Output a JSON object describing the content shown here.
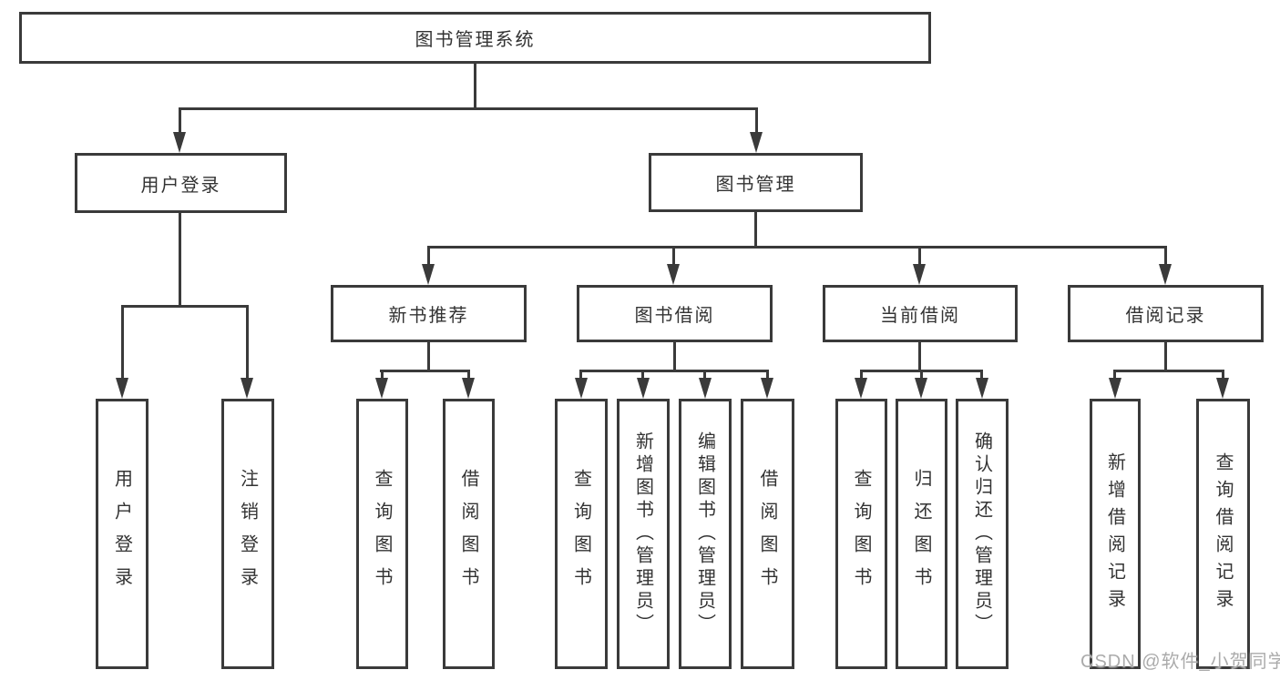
{
  "diagram": {
    "title": "图书管理系统",
    "level2": {
      "user_login": "用户登录",
      "book_management": "图书管理"
    },
    "level3": {
      "new_book_recommend": "新书推荐",
      "book_borrowing": "图书借阅",
      "current_borrowing": "当前借阅",
      "borrowing_records": "借阅记录"
    },
    "leaves": {
      "user_login": [
        "用户登录",
        "注销登录"
      ],
      "new_book_recommend": [
        "查询图书",
        "借阅图书"
      ],
      "book_borrowing": [
        "查询图书",
        "新增图书（管理员）",
        "编辑图书（管理员）",
        "借阅图书"
      ],
      "current_borrowing": [
        "查询图书",
        "归还图书",
        "确认归还（管理员）"
      ],
      "borrowing_records": [
        "新增借阅记录",
        "查询借阅记录"
      ]
    },
    "colors": {
      "line": "#3a3a3a",
      "text": "#333333",
      "background": "#ffffff"
    }
  },
  "watermark": {
    "text": "CSDN @软件_小贺同学"
  }
}
